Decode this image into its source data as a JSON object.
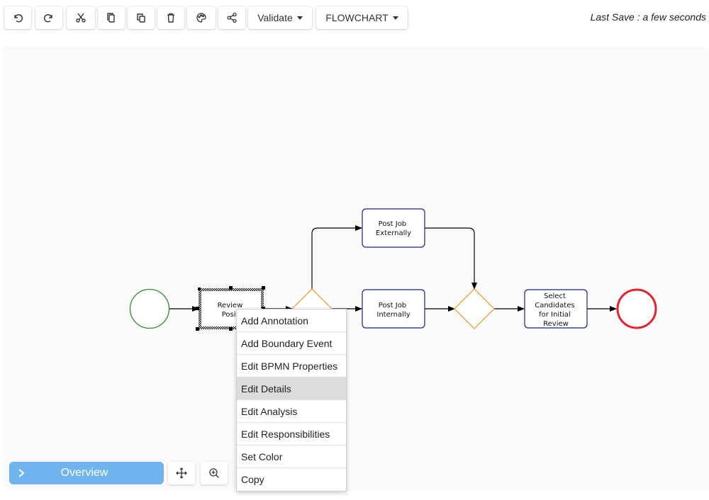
{
  "toolbar": {
    "validate_label": "Validate",
    "mode_label": "FLOWCHART",
    "last_save": "Last Save : a few seconds"
  },
  "diagram": {
    "nodes": {
      "review": [
        "Review",
        "Positi"
      ],
      "post_external": [
        "Post Job",
        "Externally"
      ],
      "post_internal": [
        "Post Job",
        "Internally"
      ],
      "select": [
        "Select",
        "Candidates",
        "for Initial",
        "Review"
      ]
    },
    "colors": {
      "start_event": "#2e8b2e",
      "end_event": "#e8202a",
      "gateway": "#f0a030",
      "task_border": "#1a237e"
    }
  },
  "context_menu": {
    "items": [
      "Add Annotation",
      "Add Boundary Event",
      "Edit BPMN Properties",
      "Edit Details",
      "Edit Analysis",
      "Edit Responsibilities",
      "Set Color",
      "Copy"
    ],
    "hovered": "Edit Details"
  },
  "bottom": {
    "overview_label": "Overview"
  }
}
